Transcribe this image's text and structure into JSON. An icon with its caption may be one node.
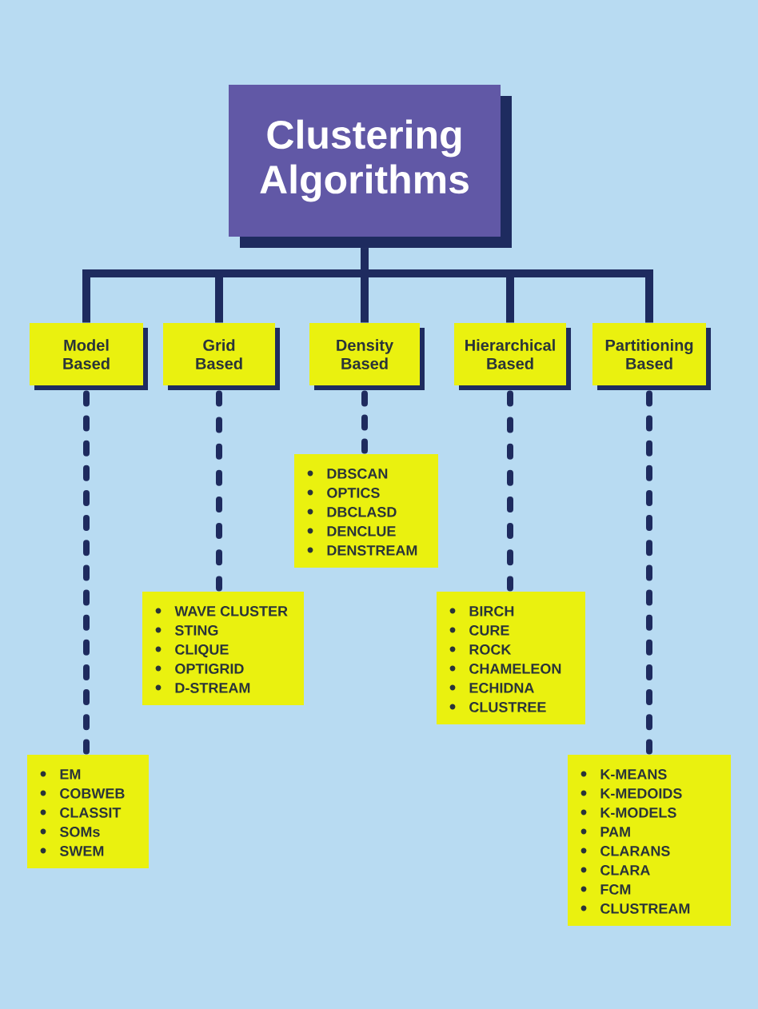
{
  "diagram": {
    "nodes": [
      {
        "text": [
          "Clustering Algorithms"
        ]
      },
      {
        "text": [
          "Model Based"
        ]
      },
      {
        "text": [
          "Grid Based"
        ]
      },
      {
        "text": [
          "Density Based"
        ]
      },
      {
        "text": [
          "Hierarchical Based"
        ]
      },
      {
        "text": [
          "Partitioning Based"
        ]
      },
      {
        "text": [
          "DBSCAN",
          "OPTICS",
          "DBCLASD",
          "DENCLUE",
          "DENSTREAM"
        ]
      },
      {
        "text": [
          "WAVE CLUSTER",
          "STING",
          "CLIQUE",
          "OPTIGRID",
          "D-STREAM"
        ]
      },
      {
        "text": [
          "BIRCH",
          "CURE",
          "ROCK",
          "CHAMELEON",
          "ECHIDNA",
          "CLUSTREE"
        ]
      },
      {
        "text": [
          "EM",
          "COBWEB",
          "CLASSIT",
          "SOMs",
          "SWEM"
        ]
      },
      {
        "text": [
          "K-MEANS",
          "K-MEDOIDS",
          "K-MODELS",
          "PAM",
          "CLARANS",
          "CLARA",
          "FCM",
          "CLUSTREAM"
        ]
      }
    ],
    "edges": [
      {
        "from": 0,
        "to": 1,
        "arrow": "none"
      },
      {
        "from": 0,
        "to": 2,
        "arrow": "none"
      },
      {
        "from": 0,
        "to": 3,
        "arrow": "none"
      },
      {
        "from": 0,
        "to": 4,
        "arrow": "none"
      },
      {
        "from": 0,
        "to": 5,
        "arrow": "none"
      },
      {
        "from": 3,
        "to": 6,
        "arrow": "none",
        "style": "dashed"
      },
      {
        "from": 2,
        "to": 7,
        "arrow": "none",
        "style": "dashed"
      },
      {
        "from": 4,
        "to": 8,
        "arrow": "none",
        "style": "dashed"
      },
      {
        "from": 1,
        "to": 9,
        "arrow": "none",
        "style": "dashed"
      },
      {
        "from": 5,
        "to": 10,
        "arrow": "none",
        "style": "dashed"
      }
    ]
  }
}
